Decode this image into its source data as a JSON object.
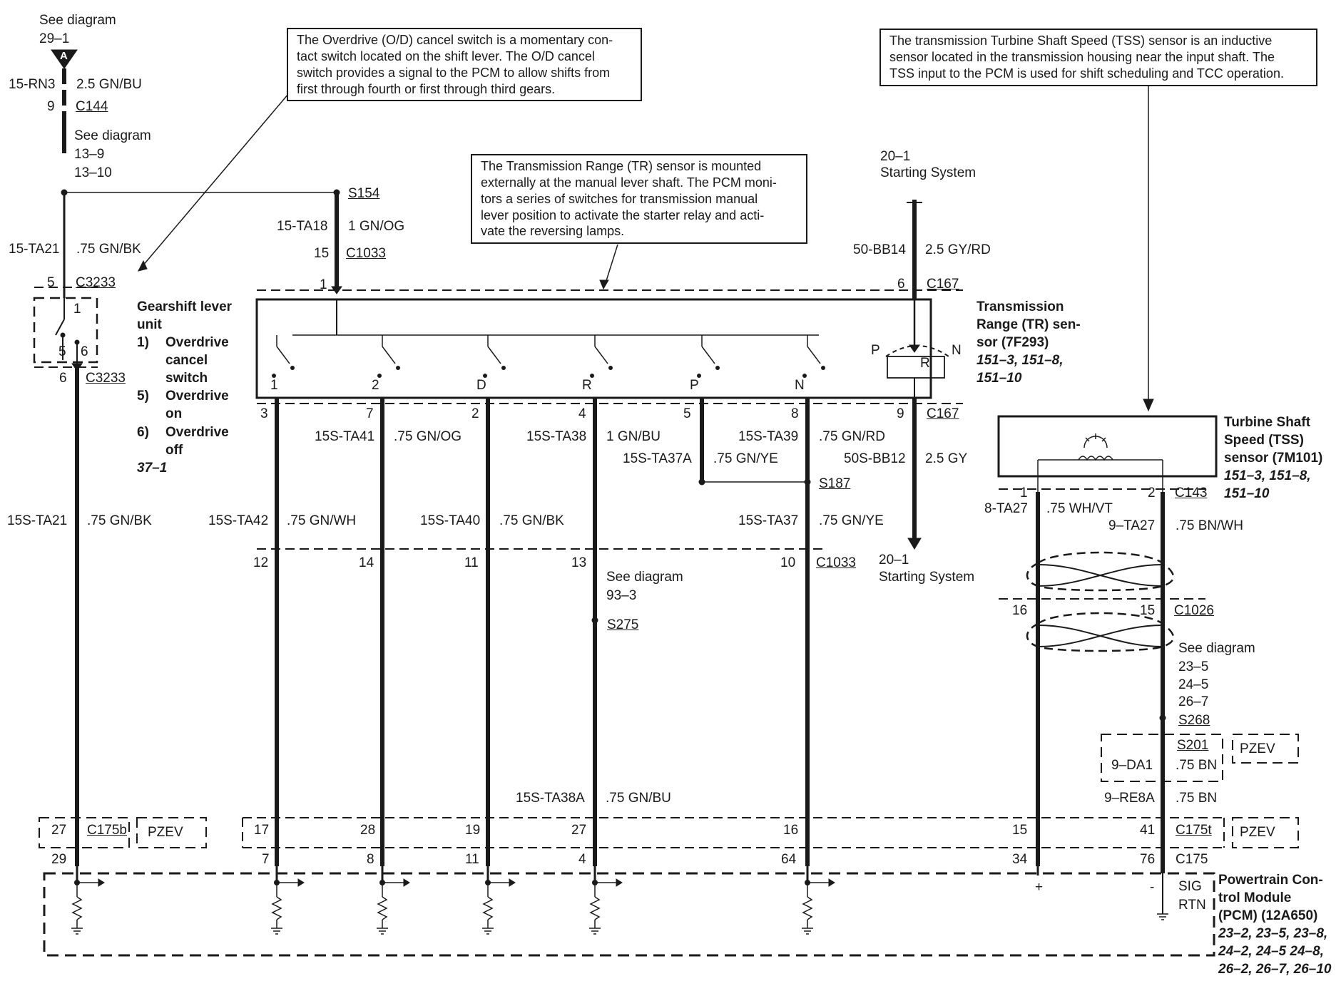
{
  "top_ref": {
    "label": "See diagram",
    "value": "29–1",
    "connector_letter": "A"
  },
  "notes": {
    "od": [
      "The Overdrive (O/D) cancel switch is a momentary con-",
      "tact switch located on the shift lever. The O/D cancel",
      "switch provides a signal to the PCM to allow shifts from",
      "first through fourth or first through third gears."
    ],
    "tr": [
      "The Transmission Range (TR) sensor is mounted",
      "externally at the manual lever shaft. The PCM moni-",
      "tors a series of switches for transmission manual",
      "lever position to activate the starter relay and acti-",
      "vate the reversing lamps."
    ],
    "tss": [
      "The transmission Turbine Shaft Speed (TSS) sensor is an inductive",
      "sensor located in the transmission housing near the input shaft. The",
      "TSS input to the PCM is used for shift scheduling and TCC operation."
    ]
  },
  "left": {
    "top_circuit": "15-RN3",
    "top_wire": "2.5 GN/BU",
    "c144_pin": "9",
    "c144": "C144",
    "see_diagram": "See diagram",
    "see_1": "13–9",
    "see_2": "13–10",
    "s154": "S154",
    "ta18_circuit": "15-TA18",
    "ta18_wire": "1 GN/OG",
    "c1033_top_pin": "15",
    "c1033_top": "C1033",
    "tr_pin_1": "1",
    "ta21_circuit": "15-TA21",
    "ta21_wire": ".75 GN/BK",
    "c3233_top_pin": "5",
    "c3233_top": "C3233",
    "gsl_pin_1": "1",
    "gsl_pin_5": "5",
    "gsl_pin_6": "6",
    "c3233_bot_pin": "6",
    "c3233_bot": "C3233",
    "s_ta21_circuit": "15S-TA21",
    "s_ta21_wire": ".75 GN/BK"
  },
  "gearshift": {
    "title_1": "Gearshift lever",
    "title_2": "unit",
    "items": [
      {
        "num": "1)",
        "lines": [
          "Overdrive",
          "cancel",
          "switch"
        ]
      },
      {
        "num": "5)",
        "lines": [
          "Overdrive",
          "on"
        ]
      },
      {
        "num": "6)",
        "lines": [
          "Overdrive",
          "off"
        ]
      }
    ],
    "ref": "37–1"
  },
  "tr_sensor": {
    "title": [
      "Transmission",
      "Range (TR) sen-",
      "sor (7F293)"
    ],
    "refs": [
      "151–3, 151–8,",
      "151–10"
    ],
    "switch_labels": [
      "1",
      "2",
      "D",
      "R",
      "P",
      "N"
    ],
    "prn": [
      "P",
      "R",
      "N"
    ],
    "bottom_pins": [
      "3",
      "7",
      "2",
      "4",
      "5",
      "8",
      "9"
    ],
    "c167_bot": "C167",
    "c167_top_pin": "6",
    "c167_top": "C167"
  },
  "starting": {
    "top_ref": "20–1",
    "top_label": "Starting System",
    "bottom_ref": "20–1",
    "bottom_label": "Starting System",
    "bb14_circuit": "50-BB14",
    "bb14_wire": "2.5 GY/RD"
  },
  "wires_mid": {
    "ta41": "15S-TA41",
    "ta41_wire": ".75 GN/OG",
    "ta38": "15S-TA38",
    "ta38_wire": "1 GN/BU",
    "ta39": "15S-TA39",
    "ta39_wire": ".75 GN/RD",
    "ta37a": "15S-TA37A",
    "ta37a_wire": ".75 GN/YE",
    "bb12": "50S-BB12",
    "bb12_wire": "2.5 GY",
    "s187": "S187",
    "ta42": "15S-TA42",
    "ta42_wire": ".75 GN/WH",
    "ta40": "15S-TA40",
    "ta40_wire": ".75 GN/BK",
    "ta37": "15S-TA37",
    "ta37_wire": ".75 GN/YE",
    "c1033_pins": [
      "12",
      "14",
      "11",
      "13",
      "10"
    ],
    "c1033": "C1033",
    "see_diagram": "See diagram",
    "see_ref": "93–3",
    "s275": "S275",
    "ta38a": "15S-TA38A",
    "ta38a_wire": ".75 GN/BU"
  },
  "tss": {
    "title": [
      "Turbine Shaft",
      "Speed (TSS)",
      "sensor (7M101)"
    ],
    "refs": [
      "151–3, 151–8,",
      "151–10"
    ],
    "pin_1": "1",
    "pin_2": "2",
    "c143": "C143",
    "ta27_circuit": "8-TA27",
    "ta27_wire": ".75 WH/VT",
    "ta27b_circuit": "9–TA27",
    "ta27b_wire": ".75 BN/WH",
    "c1026_pin_l": "16",
    "c1026_pin_r": "15",
    "c1026": "C1026",
    "see_diagram": "See diagram",
    "see_refs": [
      "23–5",
      "24–5",
      "26–7"
    ],
    "s268": "S268",
    "s201": "S201",
    "da1": "9–DA1",
    "da1_wire": ".75 BN",
    "pzev": "PZEV",
    "re8a": "9–RE8A",
    "re8a_wire": ".75 BN"
  },
  "c175": {
    "b_pin": "27",
    "b_label": "C175b",
    "pzev": "PZEV",
    "t_pins": [
      "17",
      "28",
      "19",
      "27",
      "16",
      "15",
      "41"
    ],
    "t_label": "C175t",
    "pins": [
      "29",
      "7",
      "8",
      "11",
      "4",
      "64",
      "34",
      "76"
    ],
    "label": "C175"
  },
  "pcm": {
    "plus": "+",
    "minus": "-",
    "sig": "SIG",
    "rtn": "RTN",
    "title": [
      "Powertrain Con-",
      "trol Module",
      "(PCM) (12A650)"
    ],
    "refs": [
      "23–2, 23–5, 23–8,",
      "24–2, 24–5 24–8,",
      "26–2, 26–7, 26–10"
    ]
  }
}
